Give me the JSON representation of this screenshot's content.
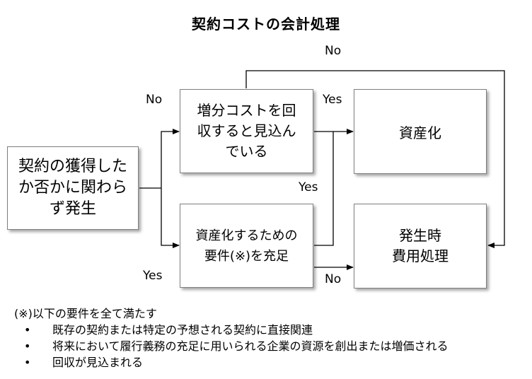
{
  "title": "契約コストの会計処理",
  "boxes": {
    "start": [
      "契約の獲得した",
      "か否かに関わら",
      "ず発生"
    ],
    "recover": [
      "増分コストを回",
      "収すると見込ん",
      "でいる"
    ],
    "capitalize": "資産化",
    "requirements": [
      "資産化するための",
      "要件(※)を充足"
    ],
    "expense": [
      "発生時",
      "費用処理"
    ]
  },
  "labels": {
    "no_top": "No",
    "no_left": "No",
    "yes_recover": "Yes",
    "yes_req": "Yes",
    "yes_left": "Yes",
    "no_req": "No"
  },
  "note": {
    "heading": "(※)以下の要件を全て満たす",
    "bullet_char": "•",
    "items": [
      "既存の契約または特定の予想される契約に直接関連",
      "将来において履行義務の充足に用いられる企業の資源を創出または増価される",
      "回収が見込まれる"
    ]
  }
}
